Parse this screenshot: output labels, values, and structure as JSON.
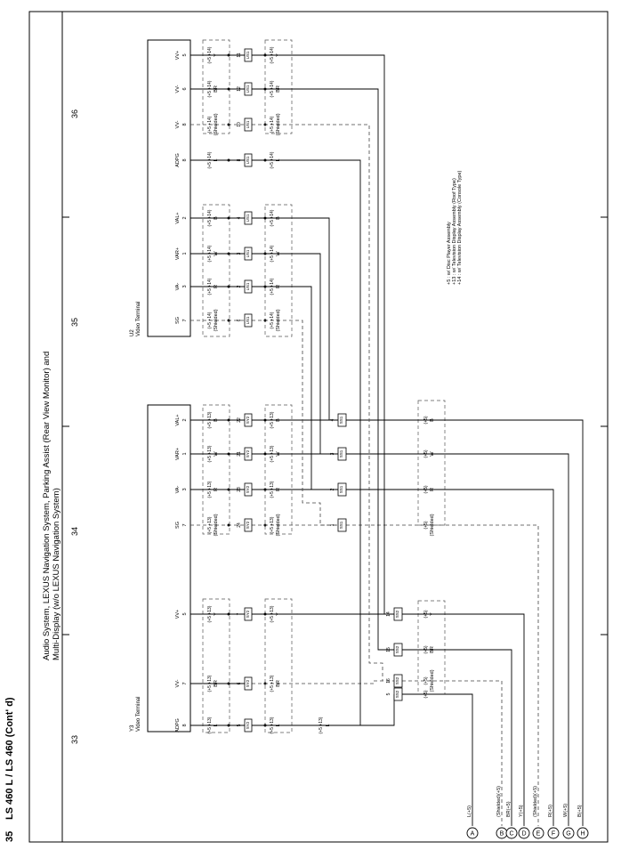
{
  "page": {
    "number": "35",
    "header": "LS 460 L / LS 460 (Cont' d)",
    "title_line1": "Audio System, LEXUS Navigation System, Parking Assist (Rear View Monitor) and",
    "title_line2": "Multi-Display (w/o LEXUS Navigation System)"
  },
  "grid": {
    "cols": [
      "33",
      "34",
      "35",
      "36"
    ]
  },
  "components": {
    "y3": {
      "code": "Y3",
      "name": "Video Terminal",
      "pins": [
        {
          "num": "8",
          "label": "ADPG",
          "conn": "5",
          "cid": "SY2",
          "color": "L",
          "cond": "(+5 +13)",
          "cond2": "(+5 +13)"
        },
        {
          "num": "7",
          "label": "VV-",
          "conn": "6",
          "cid": "SY2",
          "color": "BR",
          "cond": "(+5 +13)",
          "cond2": "(+5 +13)"
        },
        {
          "num": "5",
          "label": "VV+",
          "conn": "7",
          "cid": "SY2",
          "color": "Y",
          "cond": "(+5 +13)",
          "cond2": "(+5 +13)"
        },
        {
          "num": "7",
          "label": "SG",
          "conn": "24",
          "cid": "SY2",
          "color": "(Shielded)",
          "cond": "(+5 +13)",
          "cond2": "(+5 +13)"
        },
        {
          "num": "3",
          "label": "VA-",
          "conn": "23",
          "cid": "SY2",
          "color": "R",
          "cond": "(+5 +13)",
          "cond2": "(+5 +13)"
        },
        {
          "num": "1",
          "label": "VAR+",
          "conn": "21",
          "cid": "SY2",
          "color": "W",
          "cond": "(+5 +13)",
          "cond2": "(+5 +13)"
        },
        {
          "num": "2",
          "label": "VAL+",
          "conn": "22",
          "cid": "SY2",
          "color": "B",
          "cond": "(+5 +13)",
          "cond2": "(+5 +13)"
        }
      ]
    },
    "u2": {
      "code": "U2",
      "name": "Video Terminal",
      "pins": [
        {
          "num": "7",
          "label": "SG",
          "conn": "6",
          "cid": "US1",
          "color": "(Shielded)",
          "cond": "(+5 +14)",
          "cond2": "(+5 +14)"
        },
        {
          "num": "3",
          "label": "VA-",
          "conn": "2",
          "cid": "US1",
          "color": "R",
          "cond": "(+5 +14)",
          "cond2": "(+5 +14)"
        },
        {
          "num": "1",
          "label": "VAR+",
          "conn": "3",
          "cid": "US1",
          "color": "W",
          "cond": "(+5 +14)",
          "cond2": "(+5 +14)"
        },
        {
          "num": "2",
          "label": "VAL+",
          "conn": "4",
          "cid": "US1",
          "color": "B",
          "cond": "(+5 +14)",
          "cond2": "(+5 +14)"
        },
        {
          "num": "8",
          "label": "ADPG",
          "conn": "8",
          "cid": "US1",
          "color": "L",
          "cond": "(+5 +14)",
          "cond2": "(+5 +14)"
        },
        {
          "num": "8",
          "label": "VV-",
          "conn": "10",
          "cid": "US1",
          "color": "(Shielded)",
          "cond": "(+5 +14)",
          "cond2": "(+5 +14)"
        },
        {
          "num": "6",
          "label": "VV-",
          "conn": "12",
          "cid": "US1",
          "color": "BR",
          "cond": "(+5 +14)",
          "cond2": "(+5 +14)"
        },
        {
          "num": "5",
          "label": "VV+",
          "conn": "11",
          "cid": "US1",
          "color": "Y",
          "cond": "(+5 +14)",
          "cond2": "(+5 +14)"
        }
      ]
    }
  },
  "joints": {
    "lower": [
      {
        "num": "5",
        "id": "SS2",
        "color": ""
      },
      {
        "num": "16",
        "id": "SS2",
        "color": "(Shielded)"
      },
      {
        "num": "15",
        "id": "SS2",
        "color": "BR"
      },
      {
        "num": "14",
        "id": "SS2",
        "color": "Y"
      }
    ],
    "upper": [
      {
        "num": "1",
        "id": "SS1",
        "color": "(Shielded)"
      },
      {
        "num": "2",
        "id": "SS1",
        "color": "R"
      },
      {
        "num": "3",
        "id": "SS1",
        "color": "W"
      },
      {
        "num": "4",
        "id": "SS1",
        "color": "B"
      }
    ],
    "cond": "(+5)"
  },
  "wire_labels": {
    "adpg_mid": "(+5 +13)",
    "adpg_color": "L"
  },
  "outputs": [
    {
      "letter": "A",
      "label": "L(+5)"
    },
    {
      "letter": "B",
      "label": "(Shielded)(+5)"
    },
    {
      "letter": "C",
      "label": "BR(+5)"
    },
    {
      "letter": "D",
      "label": "Y(+5)"
    },
    {
      "letter": "E",
      "label": "(Shielded)(+5)"
    },
    {
      "letter": "F",
      "label": "R(+5)"
    },
    {
      "letter": "G",
      "label": "W(+5)"
    },
    {
      "letter": "H",
      "label": "B(+5)"
    }
  ],
  "notes": [
    "+5 : w/ Disc Player Assembly",
    "+13 : w/ Television Display Assembly (Roof Type)",
    "+14 : w/ Television Display Assembly (Console Type)"
  ]
}
